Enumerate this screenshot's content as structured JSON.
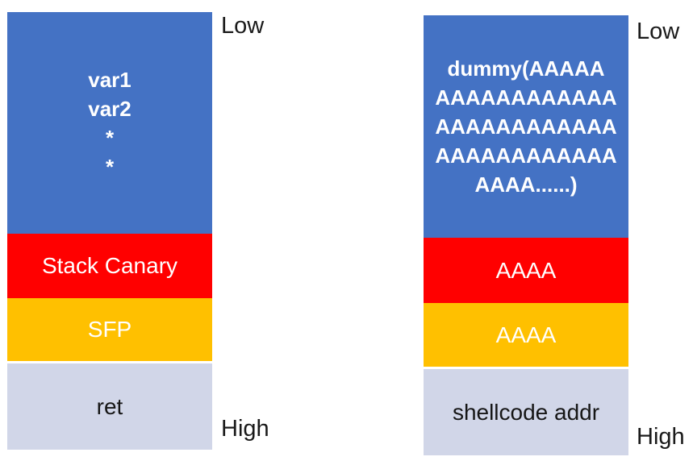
{
  "colors": {
    "buffer_blue": "#4472C4",
    "canary_red": "#FF0000",
    "sfp_orange": "#FFC000",
    "ret_gray": "#D1D6E8",
    "text_light": "#FFFFFF",
    "text_dark": "#1A1A1A"
  },
  "left_stack": {
    "low_label": "Low",
    "high_label": "High",
    "buffer_lines": [
      "var1",
      "var2",
      "*",
      "*"
    ],
    "canary_label": "Stack Canary",
    "sfp_label": "SFP",
    "ret_label": "ret"
  },
  "right_stack": {
    "low_label": "Low",
    "high_label": "High",
    "buffer_lines": [
      "dummy(AAAAA",
      "AAAAAAAAAAAA",
      "AAAAAAAAAAAA",
      "AAAAAAAAAAAA",
      "AAAA......)"
    ],
    "canary_label": "AAAA",
    "sfp_label": "AAAA",
    "ret_label": "shellcode addr"
  }
}
